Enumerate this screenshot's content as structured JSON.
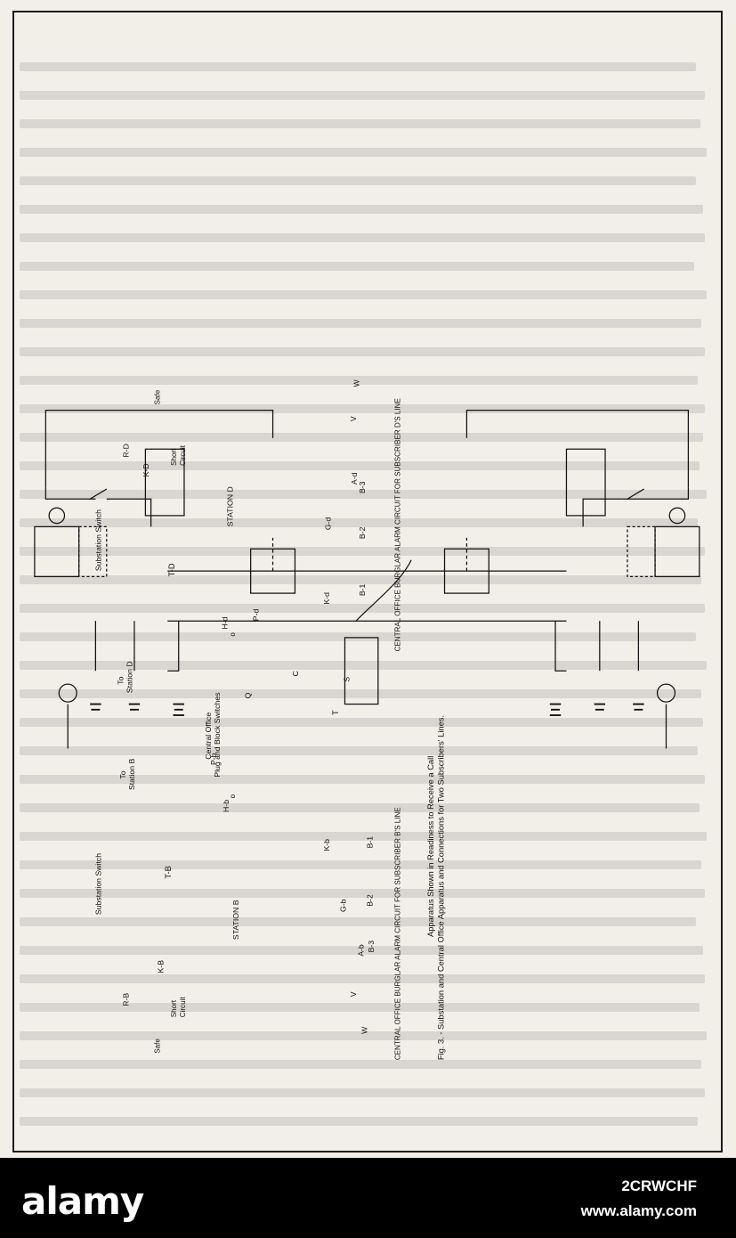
{
  "diagram": {
    "caption_line1": "Fig. 3. - Substation and Central Office Apparatus and Connections for Two Subscribers' Lines.",
    "caption_line2": "Apparatus Shown in Readiness to Receive a Call",
    "circuit_b_title": "CENTRAL OFFICE BURGLAR ALARM CIRCUIT FOR SUBSCRIBER B'S LINE",
    "circuit_d_title": "CENTRAL OFFICE BURGLAR ALARM CIRCUIT FOR SUBSCRIBER D'S LINE",
    "station_b": "STATION B",
    "station_d": "STATION D",
    "substation_switch": "Substation Switch",
    "safe": "Safe",
    "short_circuit_1": "Short",
    "short_circuit_2": "Circuit",
    "r_b": "R-B",
    "k_b_station": "K-B",
    "t_b": "T-B",
    "r_d": "R-D",
    "k_d_station": "K-D",
    "t_d": "T-D",
    "to": "To",
    "to_station_b": "Station B",
    "to_station_d": "Station D",
    "switches_1": "Central Office",
    "switches_2": "Plug and Block Switches",
    "h_b": "H-b",
    "h_d": "H-d",
    "o": "o",
    "p_b": "P-b",
    "p_d": "P-d",
    "k_b": "K-b",
    "k_d": "K-d",
    "g_b": "G-b",
    "g_d": "G-d",
    "a_b": "A-b",
    "a_d": "A-d",
    "b1": "B-1",
    "b2": "B-2",
    "b3": "B-3",
    "v": "V",
    "w": "W",
    "t": "T",
    "c": "C",
    "q": "Q",
    "s": "S"
  },
  "watermark": {
    "logo": "alamy",
    "image_code": "2CRWCHF",
    "site": "www.alamy.com"
  }
}
